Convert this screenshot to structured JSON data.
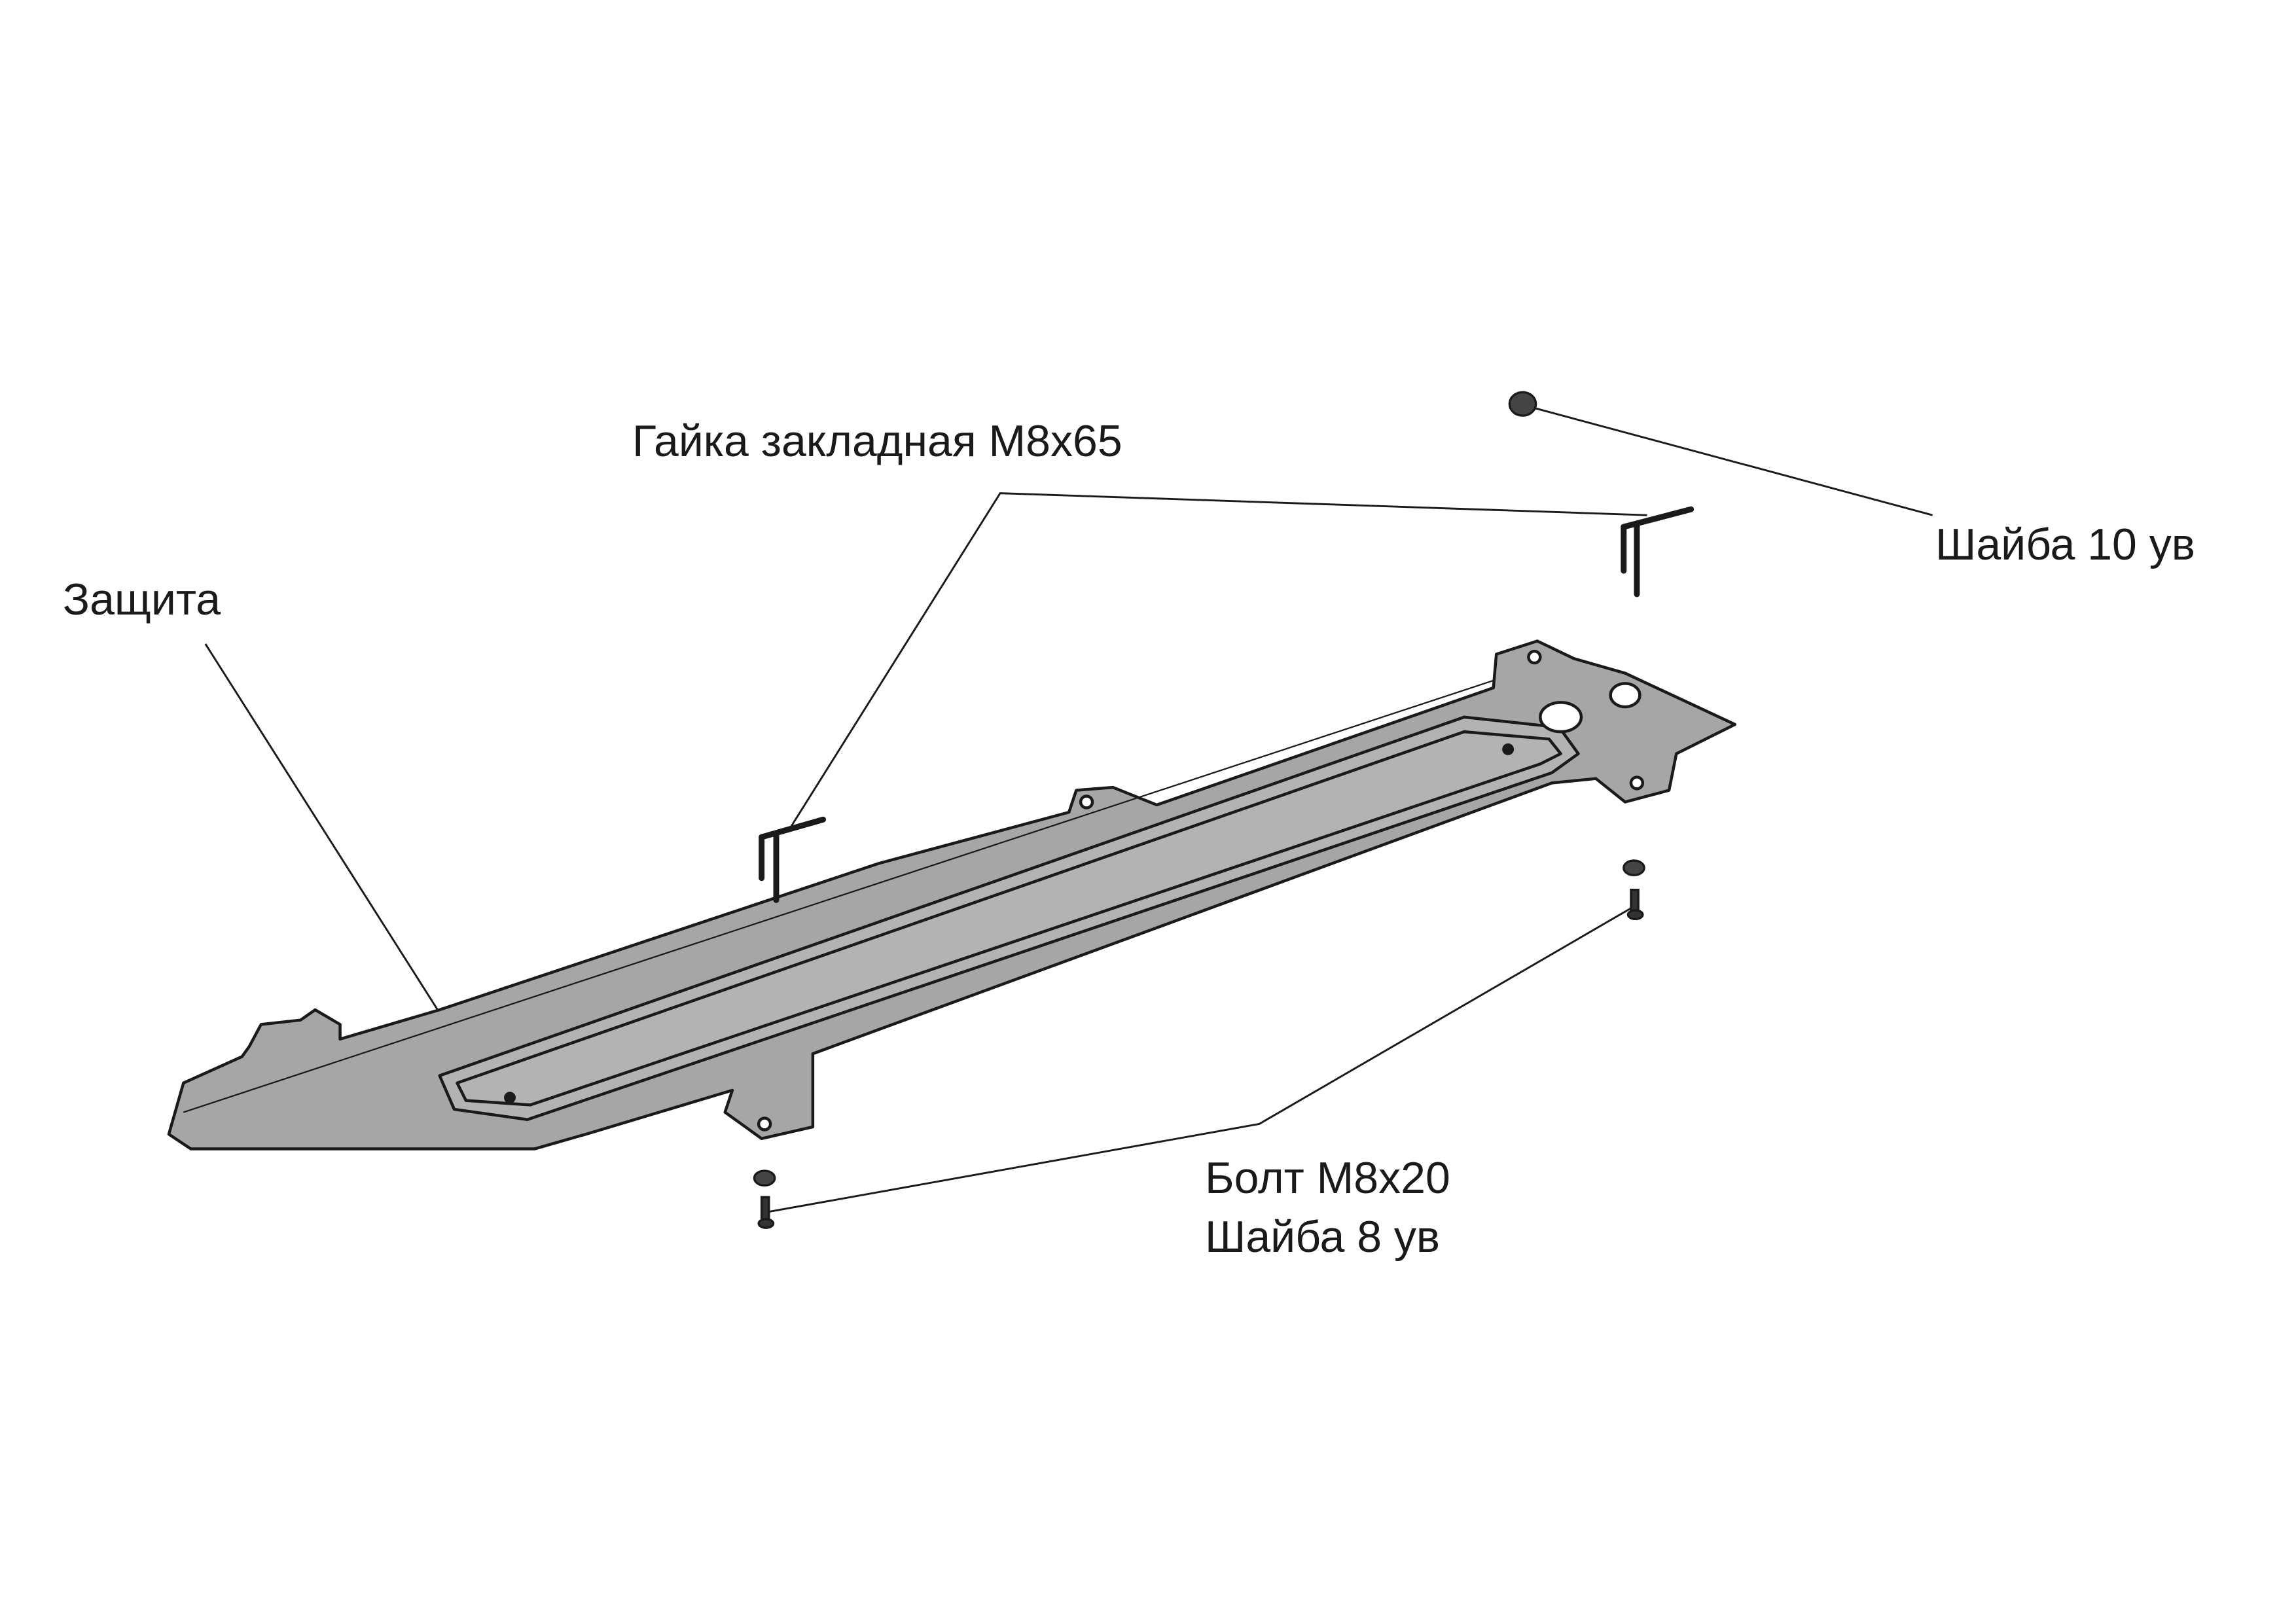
{
  "labels": {
    "shield": "Защита",
    "embedded_nut": "Гайка закладная М8х65",
    "washer_10": "Шайба 10 ув",
    "bolt": "Болт М8х20",
    "washer_8": "Шайба 8 ув"
  },
  "colors": {
    "part_fill": "#a6a6a6",
    "outline": "#1a1a1a",
    "background": "#ffffff"
  }
}
